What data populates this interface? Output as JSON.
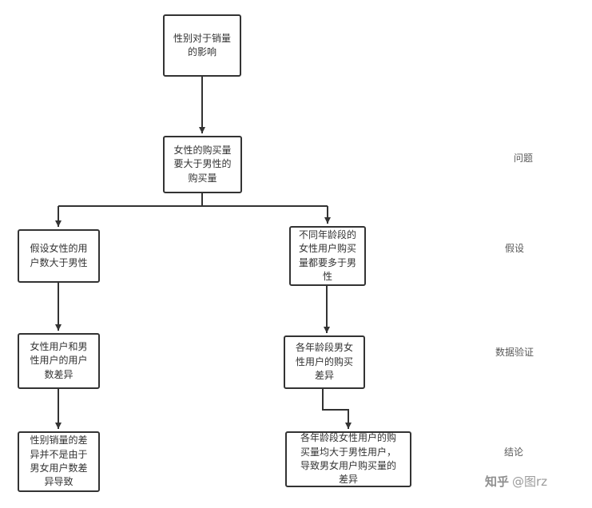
{
  "diagram": {
    "nodes": {
      "topic": {
        "label": "性别对于销量的影响"
      },
      "problem": {
        "label": "女性的购买量要大于男性的购买量"
      },
      "hypothesis_left": {
        "label": "假设女性的用户数大于男性"
      },
      "hypothesis_right": {
        "label": "不同年龄段的女性用户购买量都要多于男性"
      },
      "validation_left": {
        "label": "女性用户和男性用户的用户数差异"
      },
      "validation_right": {
        "label": "各年龄段男女性用户的购买差异"
      },
      "conclusion_left": {
        "label": "性别销量的差异并不是由于男女用户数差异导致"
      },
      "conclusion_right": {
        "label": "各年龄段女性用户的购买量均大于男性用户，导致男女用户购买量的差异"
      }
    },
    "stage_labels": {
      "problem": "问题",
      "hypothesis": "假设",
      "validation": "数据验证",
      "conclusion": "结论"
    },
    "watermark": {
      "brand": "知乎",
      "handle": "@图rz"
    }
  },
  "colors": {
    "node_border": "#333333",
    "node_text": "#333333",
    "connector": "#333333",
    "stage_label_text": "#595959",
    "watermark_text": "#9b9b9b"
  }
}
